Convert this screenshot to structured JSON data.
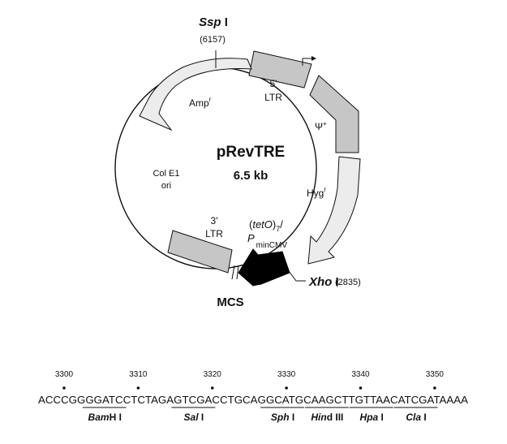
{
  "plasmid": {
    "name": "pRevTRE",
    "size": "6.5 kb"
  },
  "features": {
    "ltr5": {
      "line1": "5'",
      "line2": "LTR"
    },
    "psi": {
      "label": "Ψ",
      "sup": "+"
    },
    "hyg": {
      "label": "Hyg",
      "sup": "r"
    },
    "tet": {
      "prefix": "(",
      "tet": "tetO",
      "close": ")",
      "sub": "7",
      "slash": "/"
    },
    "pmin": {
      "p": "P",
      "sub": "minCMV"
    },
    "ltr3": {
      "line1": "3'",
      "line2": "LTR"
    },
    "colori": {
      "line1": "Col E1",
      "line2": "ori"
    },
    "amp": {
      "label": "Amp",
      "sup": "r"
    }
  },
  "sites": {
    "ssp": {
      "name": "Ssp",
      "numeral": " I",
      "pos": "(6157)"
    },
    "xho": {
      "name": "Xho",
      "numeral": " I",
      "pos": "(2835)"
    },
    "mcs": "MCS"
  },
  "sequence": {
    "text": "ACCCGGGGATCCTCTAGAGTCGACCTGCAGGCATGCAAGCTTGTTAACATCGATAAAA",
    "positions": [
      "3300",
      "3310",
      "3320",
      "3330",
      "3340",
      "3350"
    ],
    "enzymes": [
      {
        "name": "Bam",
        "tail": "H I"
      },
      {
        "name": "Sal",
        "tail": " I"
      },
      {
        "name": "Sph",
        "tail": " I"
      },
      {
        "name": "Hin",
        "tail": "d III"
      },
      {
        "name": "Hpa",
        "tail": " I"
      },
      {
        "name": "Cla",
        "tail": " I"
      }
    ]
  }
}
